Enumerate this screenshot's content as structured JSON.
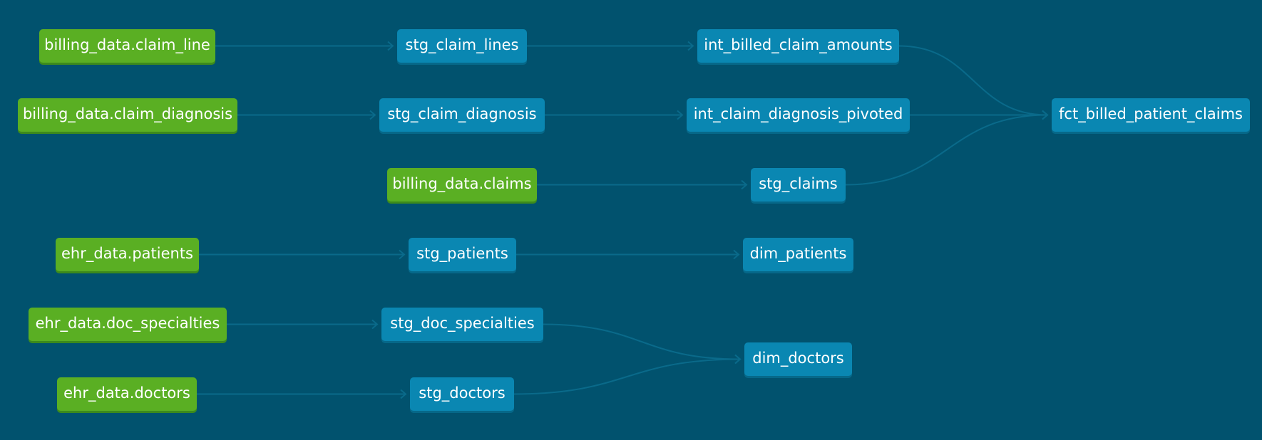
{
  "colors": {
    "background": "#01526e",
    "source_node": "#5aaf23",
    "model_node": "#0a87b2",
    "edge": "#0a6a8a"
  },
  "nodes": {
    "src_claim_line": {
      "label": "billing_data.claim_line",
      "kind": "source"
    },
    "src_claim_diagnosis": {
      "label": "billing_data.claim_diagnosis",
      "kind": "source"
    },
    "src_claims": {
      "label": "billing_data.claims",
      "kind": "source"
    },
    "src_patients": {
      "label": "ehr_data.patients",
      "kind": "source"
    },
    "src_doc_specialties": {
      "label": "ehr_data.doc_specialties",
      "kind": "source"
    },
    "src_doctors": {
      "label": "ehr_data.doctors",
      "kind": "source"
    },
    "stg_claim_lines": {
      "label": "stg_claim_lines",
      "kind": "model"
    },
    "stg_claim_diagnosis": {
      "label": "stg_claim_diagnosis",
      "kind": "model"
    },
    "stg_patients": {
      "label": "stg_patients",
      "kind": "model"
    },
    "stg_doc_specialties": {
      "label": "stg_doc_specialties",
      "kind": "model"
    },
    "stg_doctors": {
      "label": "stg_doctors",
      "kind": "model"
    },
    "int_billed_claim_amounts": {
      "label": "int_billed_claim_amounts",
      "kind": "model"
    },
    "int_claim_diagnosis_pivoted": {
      "label": "int_claim_diagnosis_pivoted",
      "kind": "model"
    },
    "stg_claims": {
      "label": "stg_claims",
      "kind": "model"
    },
    "dim_patients": {
      "label": "dim_patients",
      "kind": "model"
    },
    "dim_doctors": {
      "label": "dim_doctors",
      "kind": "model"
    },
    "fct_billed_patient_claims": {
      "label": "fct_billed_patient_claims",
      "kind": "model"
    }
  },
  "edges": [
    {
      "from": "src_claim_line",
      "to": "stg_claim_lines"
    },
    {
      "from": "src_claim_diagnosis",
      "to": "stg_claim_diagnosis"
    },
    {
      "from": "src_claims",
      "to": "stg_claims"
    },
    {
      "from": "src_patients",
      "to": "stg_patients"
    },
    {
      "from": "src_doc_specialties",
      "to": "stg_doc_specialties"
    },
    {
      "from": "src_doctors",
      "to": "stg_doctors"
    },
    {
      "from": "stg_claim_lines",
      "to": "int_billed_claim_amounts"
    },
    {
      "from": "stg_claim_diagnosis",
      "to": "int_claim_diagnosis_pivoted"
    },
    {
      "from": "stg_patients",
      "to": "dim_patients"
    },
    {
      "from": "stg_doc_specialties",
      "to": "dim_doctors"
    },
    {
      "from": "stg_doctors",
      "to": "dim_doctors"
    },
    {
      "from": "int_billed_claim_amounts",
      "to": "fct_billed_patient_claims"
    },
    {
      "from": "int_claim_diagnosis_pivoted",
      "to": "fct_billed_patient_claims"
    },
    {
      "from": "stg_claims",
      "to": "fct_billed_patient_claims"
    }
  ]
}
